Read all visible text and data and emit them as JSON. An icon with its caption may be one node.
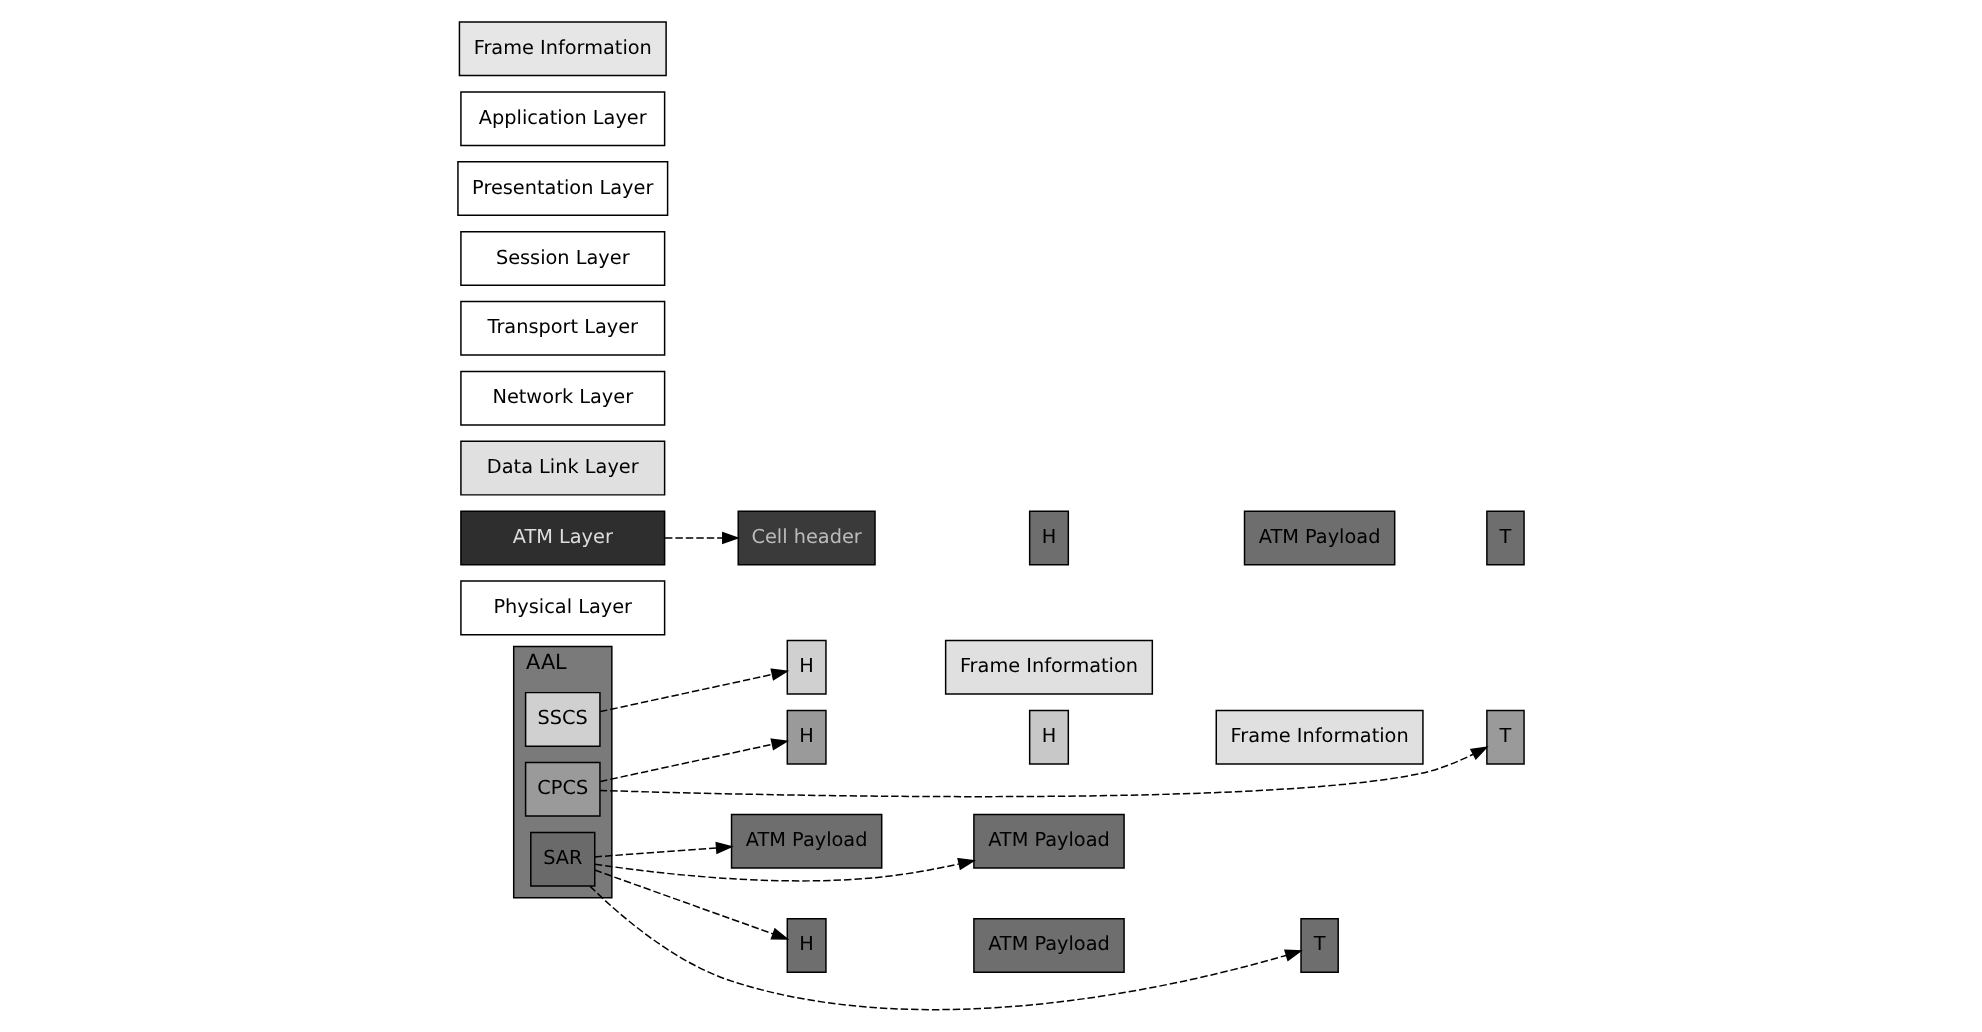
{
  "diagram": {
    "nodes": [
      {
        "text": [
          "Application Layer"
        ]
      },
      {
        "text": [
          "Presentation Layer"
        ]
      },
      {
        "text": [
          "Session Layer"
        ]
      },
      {
        "text": [
          "Transport Layer"
        ]
      },
      {
        "text": [
          "Network Layer"
        ]
      },
      {
        "text": [
          "Data Link Layer"
        ]
      },
      {
        "text": [
          "AAL"
        ]
      },
      {
        "text": [
          "SSCS"
        ],
        "in": 6
      },
      {
        "text": [
          "CPCS"
        ],
        "in": 6
      },
      {
        "text": [
          "SAR"
        ],
        "in": 6
      },
      {
        "text": [
          "ATM Layer"
        ]
      },
      {
        "text": [
          "Physical Layer"
        ]
      },
      {
        "text": [
          "Frame Information"
        ]
      },
      {
        "text": [
          "H"
        ]
      },
      {
        "text": [
          "Frame Information"
        ]
      },
      {
        "text": [
          "H"
        ]
      },
      {
        "text": [
          "H"
        ]
      },
      {
        "text": [
          "Frame Information"
        ]
      },
      {
        "text": [
          "T"
        ]
      },
      {
        "text": [
          "ATM Payload"
        ]
      },
      {
        "text": [
          "ATM Payload"
        ]
      },
      {
        "text": [
          "H"
        ]
      },
      {
        "text": [
          "ATM Payload"
        ]
      },
      {
        "text": [
          "T"
        ]
      },
      {
        "text": [
          "Cell header"
        ]
      },
      {
        "text": [
          "H"
        ]
      },
      {
        "text": [
          "ATM Payload"
        ]
      },
      {
        "text": [
          "T"
        ]
      }
    ],
    "edges": [
      {
        "from": 7,
        "to": 13,
        "arrow": "to",
        "style": "dashed"
      },
      {
        "from": 8,
        "to": 15,
        "arrow": "to",
        "style": "dashed"
      },
      {
        "from": 8,
        "to": 18,
        "arrow": "to",
        "style": "dashed"
      },
      {
        "from": 9,
        "to": 19,
        "arrow": "to",
        "style": "dashed"
      },
      {
        "from": 9,
        "to": 20,
        "arrow": "to",
        "style": "dashed"
      },
      {
        "from": 9,
        "to": 21,
        "arrow": "to",
        "style": "dashed"
      },
      {
        "from": 9,
        "to": 23,
        "arrow": "to",
        "style": "dashed"
      },
      {
        "from": 10,
        "to": 24,
        "arrow": "to",
        "style": "dashed"
      }
    ]
  }
}
